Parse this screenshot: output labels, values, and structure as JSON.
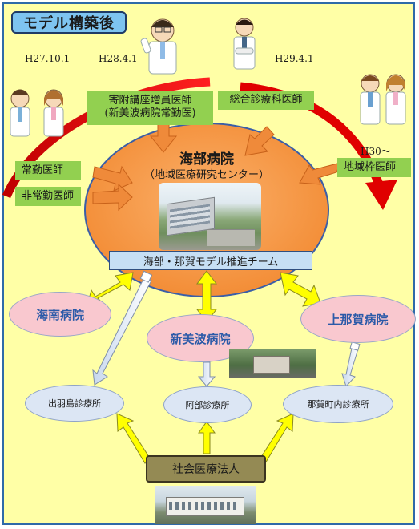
{
  "title": "モデル構築後",
  "dates": {
    "d1": "H27.10.1",
    "d2": "H28.4.1",
    "d3": "H29.4.1",
    "d4": "H30～"
  },
  "labels": {
    "kifu": "寄附講座増員医師\n(新美波病院常勤医)",
    "sogo": "総合診療科医師",
    "jokin": "常勤医師",
    "hijokin": "非常勤医師",
    "chiiki": "地域枠医師"
  },
  "center": {
    "name": "海部病院",
    "sub": "（地域医療研究センター）"
  },
  "team": "海部・那賀モデル推進チーム",
  "hospitals": {
    "kainan": "海南病院",
    "shinminami": "新美波病院",
    "kaminaka": "上那賀病院"
  },
  "clinics": {
    "dewajima": "出羽島診療所",
    "abe": "阿部診療所",
    "nakacho": "那賀町内診療所"
  },
  "corp": "社会医療法人",
  "colors": {
    "frame": "#ffffa6",
    "center": "#f79646",
    "green": "#92d050",
    "arrowYellow": "#ffff00",
    "arrowRed": "#e00000"
  }
}
